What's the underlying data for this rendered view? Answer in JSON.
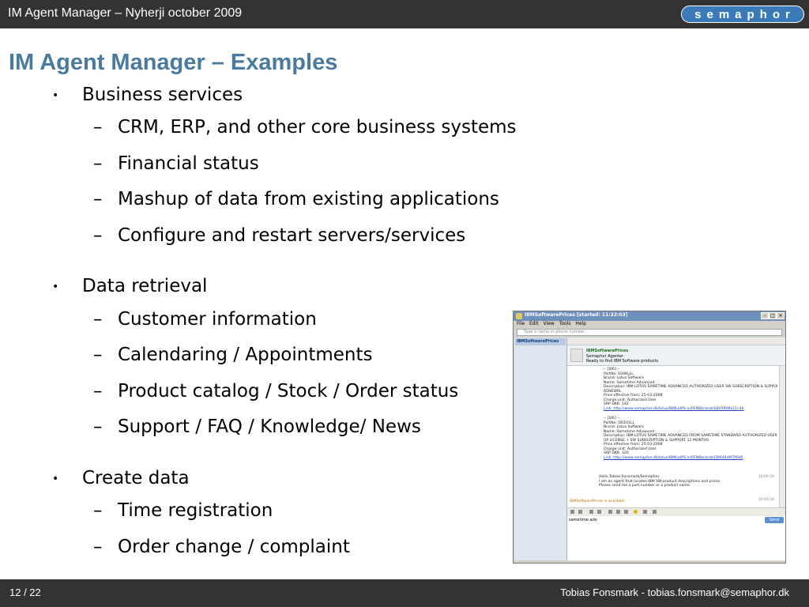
{
  "header": {
    "title": "IM Agent Manager – Nyherji october 2009",
    "logo_text": "semaphor"
  },
  "slide": {
    "title": "IM Agent Manager – Examples",
    "sections": [
      {
        "label": "Business services",
        "items": [
          "CRM, ERP, and other core business systems",
          "Financial status",
          "Mashup of data from existing applications",
          "Configure and restart servers/services"
        ]
      },
      {
        "label": "Data retrieval",
        "items": [
          "Customer information",
          "Calendaring / Appointments",
          "Product catalog / Stock / Order status",
          "Support / FAQ / Knowledge/ News"
        ]
      },
      {
        "label": "Create data",
        "items": [
          "Time registration",
          "Order change / complaint"
        ]
      }
    ]
  },
  "screenshot": {
    "window_title": "IBMSoftwarePrices [started: 11:22:03]",
    "menu": [
      "File",
      "Edit",
      "View",
      "Tools",
      "Help"
    ],
    "address_placeholder": "Type a name or phone number",
    "sidebar_tab": "IBMSoftwarePrices",
    "contact_name": "IBMSoftwarePrices",
    "contact_line2": "Semaphor Agenter",
    "contact_line3": "Ready to find IBM Software products",
    "result1": "-- [0/6] --\nPartNo: E04KLLL\nBrand: Lotus Software\nName: Sametime Advanced\nDescription: IBM LOTUS SAMETIME ADVANCED AUTHORIZED USER SW SUBSCRIPTION & SUPPORT\nRENEWAL\nPrice effective from: 25-03-2008\nCharge unit: Authorized User\nSRP DKK: 142",
    "result1_link": "Link: http://www.semaphor.dk/lotus/IBMLotPS.nsf/EN6brand/d2bf3f69fa11c4b",
    "result2": "-- [0/6] --\nPartNo: D03U1LL\nBrand: Lotus Software\nName: Sametime Advanced\nDescription: IBM LOTUS SAMETIME ADVANCED FROM SAMETIME STANDARD AUTHORIZED USER TRADE\nUP LICENSE + SW SUBSCRIPTION & SUPPORT 12 MONTHS\nPrice effective from: 25-03-2008\nCharge unit: Authorized User\nSRP DKK: 320",
    "result2_link": "Link: http://www.semaphor.dk/lotus/IBMLotPS.nsf/EN6brand/d39644d6f7f6d0",
    "greeting": "Hello Tobias Fonsmark/Semaphor.\nI am an agent that locates IBM SW-product descriptions and prices.\nPlease send me a part number or a product name.",
    "ts1": "10:00:34",
    "ts2": "10:00:34",
    "status_line": "IBMSoftwarePrices is available",
    "input_value": "sametime adv",
    "send_label": "Send"
  },
  "footer": {
    "page": "12 / 22",
    "author": "Tobias Fonsmark - tobias.fonsmark@semaphor.dk"
  },
  "colors": {
    "bar": "#333333",
    "title": "#4a7a9e",
    "logo_fill": "#3a7ab8"
  }
}
